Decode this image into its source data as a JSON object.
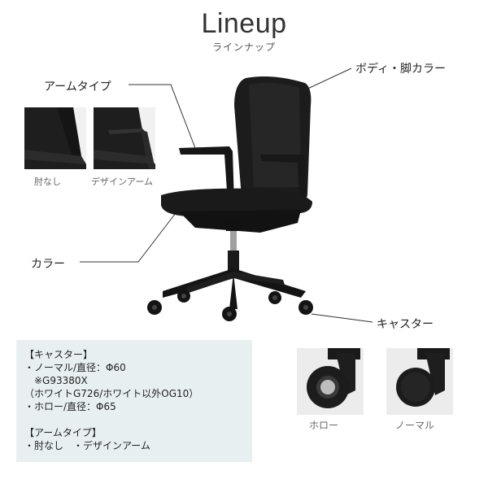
{
  "header": {
    "title": "Lineup",
    "subtitle": "ラインナップ"
  },
  "labels": {
    "body_color": "ボディ・脚カラー",
    "arm_type": "アームタイプ",
    "color": "カラー",
    "caster": "キャスター"
  },
  "arm_thumbs": [
    {
      "caption": "肘なし"
    },
    {
      "caption": "デザインアーム"
    }
  ],
  "caster_thumbs": [
    {
      "caption": "ホロー"
    },
    {
      "caption": "ノーマル"
    }
  ],
  "info": {
    "caster_heading": "【キャスター】",
    "caster_lines": [
      "・ノーマル/直径：Φ60",
      "　※G93380X",
      "（ホワイトG726/ホワイト以外OG10）",
      "・ホロー/直径：Φ65"
    ],
    "arm_heading": "【アームタイプ】",
    "arm_line": "・肘なし　・デザインアーム"
  },
  "colors": {
    "chair": "#1c1c1c",
    "infobox_bg": "#e8eff1",
    "line": "#333333"
  }
}
